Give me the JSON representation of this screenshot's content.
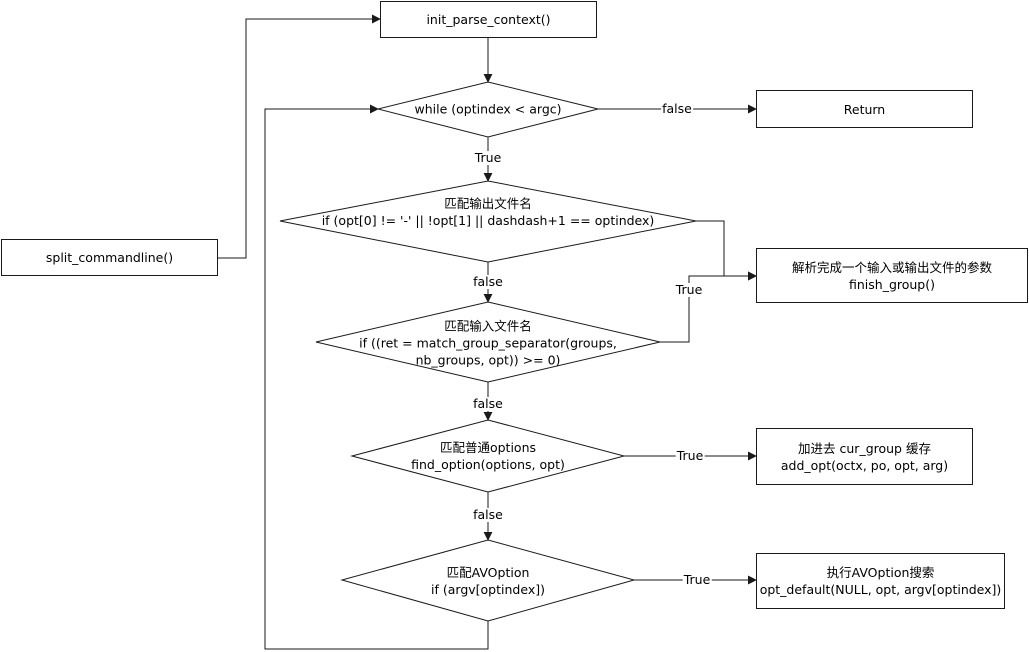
{
  "nodes": {
    "init": "init_parse_context()",
    "split": "split_commandline()",
    "while_cond": "while (optindex < argc)",
    "return": "Return",
    "out_title": "匹配输出文件名",
    "out_cond": "if (opt[0] != '-' || !opt[1] || dashdash+1 == optindex)",
    "in_title": "匹配输入文件名",
    "in_cond_line1": "if ((ret = match_group_separator(groups,",
    "in_cond_line2": "nb_groups, opt)) >= 0)",
    "opt_title": "匹配普通options",
    "opt_cond": "find_option(options, opt)",
    "av_title": "匹配AVOption",
    "av_cond": "if (argv[optindex])",
    "finish_title": "解析完成一个输入或输出文件的参数",
    "finish_call": "finish_group()",
    "add_title": "加进去 cur_group 缓存",
    "add_call": "add_opt(octx, po, opt, arg)",
    "exec_title": "执行AVOption搜索",
    "exec_call": "opt_default(NULL, opt, argv[optindex])"
  },
  "edge_labels": {
    "while_false": "false",
    "while_true": "True",
    "out_false": "false",
    "in_true": "True",
    "in_false": "false",
    "opt_true": "True",
    "opt_false": "false",
    "av_true": "True"
  }
}
